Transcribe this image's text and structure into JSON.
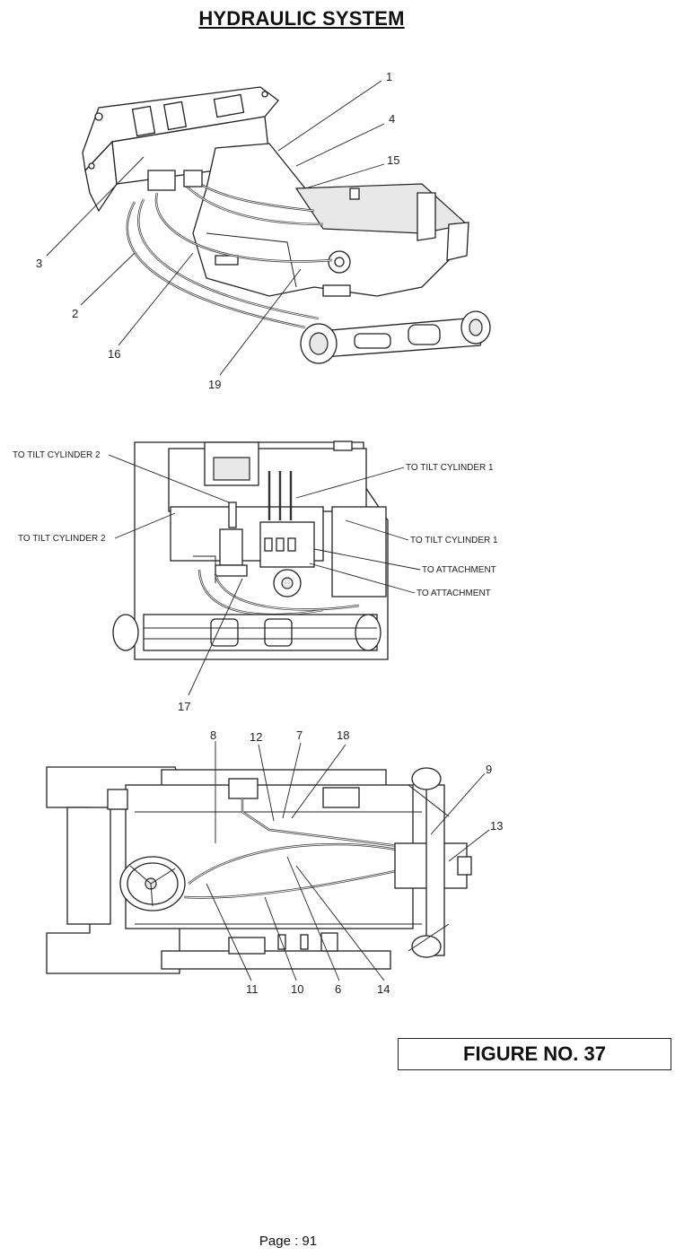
{
  "title": "HYDRAULIC SYSTEM",
  "figure_top": {
    "callouts": [
      "1",
      "4",
      "15",
      "3",
      "2",
      "16",
      "19"
    ]
  },
  "figure_middle": {
    "labels": {
      "tilt_cyl_2_upper": "TO TILT CYLINDER 2",
      "tilt_cyl_2_lower": "TO TILT CYLINDER 2",
      "tilt_cyl_1_upper": "TO TILT CYLINDER 1",
      "tilt_cyl_1_lower": "TO TILT CYLINDER 1",
      "attachment_upper": "TO ATTACHMENT",
      "attachment_lower": "TO ATTACHMENT"
    },
    "callouts": [
      "17"
    ]
  },
  "figure_bottom": {
    "callouts": [
      "8",
      "12",
      "7",
      "18",
      "9",
      "13",
      "11",
      "10",
      "6",
      "14"
    ]
  },
  "figure_caption": "FIGURE NO. 37",
  "page_number": "Page : 91"
}
